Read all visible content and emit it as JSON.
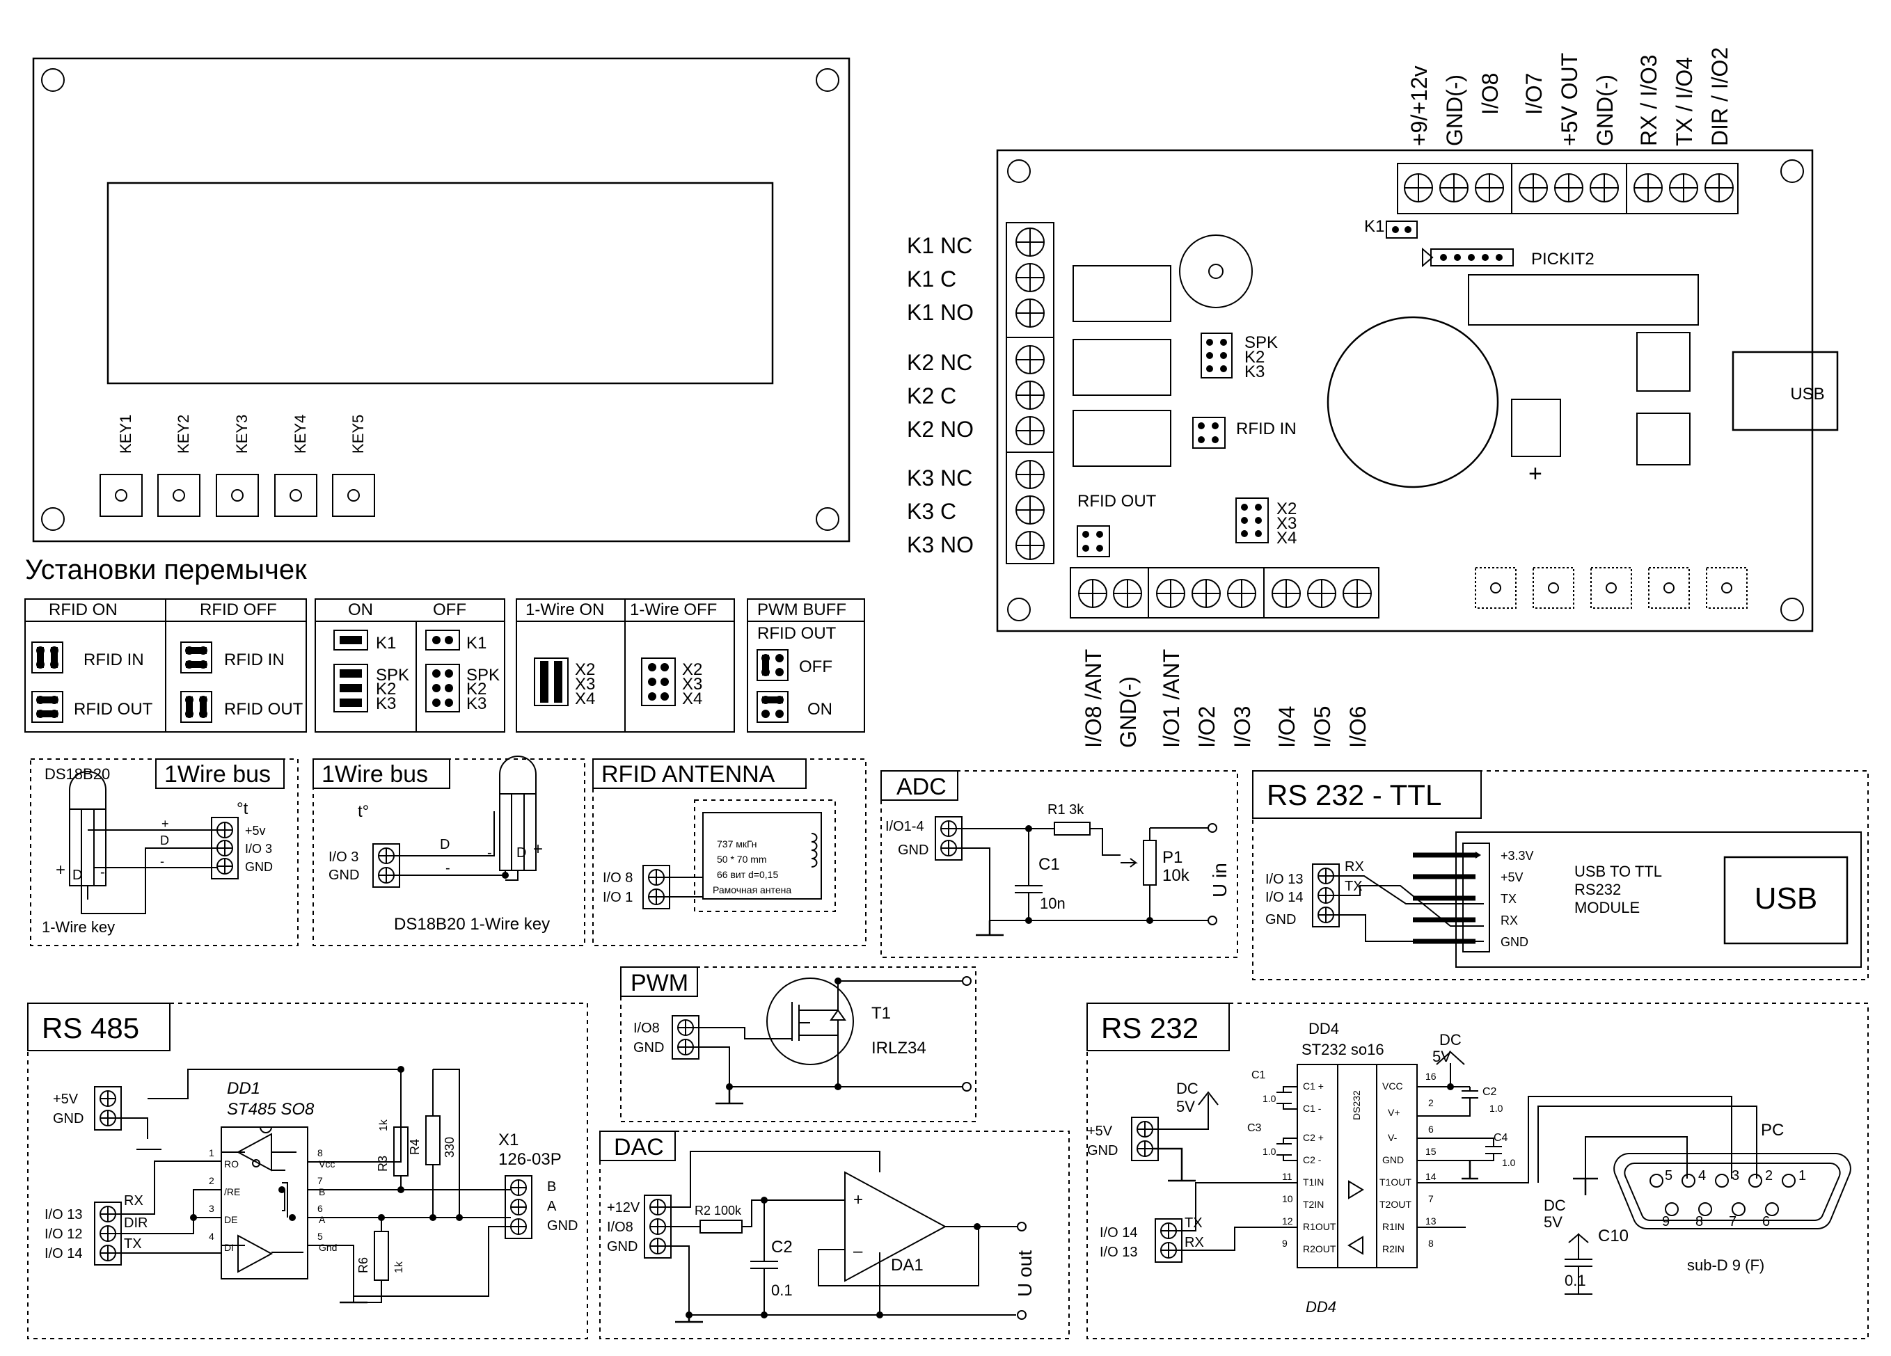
{
  "lcd": {
    "keys": [
      "KEY1",
      "KEY2",
      "KEY3",
      "KEY4",
      "KEY5"
    ]
  },
  "jumpers": {
    "title": "Установки перемычек",
    "rfid_on": "RFID ON",
    "rfid_off": "RFID OFF",
    "on": "ON",
    "off": "OFF",
    "w1_on": "1-Wire ON",
    "w1_off": "1-Wire OFF",
    "pwm_buff": "PWM BUFF",
    "rfid_out": "RFID OUT",
    "rfid_in_lbl": "RFID IN",
    "rfid_out_lbl": "RFID OUT",
    "k1": "K1",
    "spk": "SPK",
    "k2": "K2",
    "k3": "K3",
    "x2": "X2",
    "x3": "X3",
    "x4": "X4",
    "off_lbl": "OFF",
    "on_lbl": "ON"
  },
  "board": {
    "top_terms": [
      "+9/+12v",
      "GND(-)",
      "I/O8",
      "I/O7",
      "+5V OUT",
      "GND(-)",
      "RX / I/O3",
      "TX / I/O4",
      "DIR / I/O2"
    ],
    "relay_labels": [
      "K1 NC",
      "K1 C",
      "K1 NO",
      "K2 NC",
      "K2 C",
      "K2 NO",
      "K3 NC",
      "K3 C",
      "K3 NO"
    ],
    "bottom_terms": [
      "I/O8 /ANT",
      "GND(-)",
      "I/O1 /ANT",
      "I/O2",
      "I/O3",
      "I/O4",
      "I/O5",
      "I/O6"
    ],
    "k1": "K1",
    "pickit": "PICKIT2",
    "usb": "USB",
    "plus": "+",
    "spk": "SPK",
    "k2": "K2",
    "k3": "K3",
    "rfid_in": "RFID IN",
    "rfid_out": "RFID OUT",
    "x2": "X2",
    "x3": "X3",
    "x4": "X4"
  },
  "w1a": {
    "title": "1Wire bus",
    "sensor": "DS18B20",
    "temp": "°t",
    "key": "1-Wire key",
    "p5v": "+5v",
    "io3": "I/O 3",
    "gnd": "GND",
    "plus": "+",
    "d": "D",
    "minus": "-"
  },
  "w1b": {
    "title": "1Wire bus",
    "temp": "t°",
    "io3": "I/O 3",
    "gnd": "GND",
    "d": "D",
    "minus": "-",
    "plus": "+",
    "bottom": "DS18B20  1-Wire key"
  },
  "rfid": {
    "title": "RFID ANTENNA",
    "io8": "I/O 8",
    "io1": "I/O 1",
    "l1": "737 мкГн",
    "l2": "50 * 70 mm",
    "l3": "66 вит d=0,15",
    "l4": "Рамочная антена"
  },
  "adc": {
    "title": "ADC",
    "io": "I/O1-4",
    "gnd": "GND",
    "r1": "R1  3k",
    "c1": "C1",
    "c1v": "10n",
    "p1": "P1",
    "p1v": "10k",
    "uin": "U in"
  },
  "rs232ttl": {
    "title": "RS 232 - TTL",
    "io13": "I/O 13",
    "io14": "I/O 14",
    "gnd": "GND",
    "rx": "RX",
    "tx": "TX",
    "pins": [
      "+3.3V",
      "+5V",
      "TX",
      "RX",
      "GND"
    ],
    "module": [
      "USB TO TTL",
      "RS232",
      "MODULE"
    ],
    "usb": "USB"
  },
  "pwm": {
    "title": "PWM",
    "io8": "I/O8",
    "gnd": "GND",
    "t1": "T1",
    "t1v": "IRLZ34"
  },
  "rs485": {
    "title": "RS 485",
    "p5v": "+5V",
    "gnd": "GND",
    "io13": "I/O 13",
    "io12": "I/O 12",
    "io14": "I/O 14",
    "rx": "RX",
    "dir": "DIR",
    "tx": "TX",
    "dd1": "DD1",
    "chip": "ST485 SO8",
    "pin_l": [
      "RO",
      "/RE",
      "DE",
      "DI"
    ],
    "pin_r": [
      "Vcc",
      "B",
      "A",
      "Gnd"
    ],
    "nl": [
      "1",
      "2",
      "3",
      "4"
    ],
    "nr": [
      "8",
      "7",
      "6",
      "5"
    ],
    "r3": "R3",
    "r3v": "1k",
    "r4": "R4",
    "r4v": "330",
    "r6": "R6",
    "r6v": "1k",
    "x1": "X1",
    "x1v": "126-03P",
    "b": "B",
    "a": "A",
    "xgnd": "GND"
  },
  "dac": {
    "title": "DAC",
    "p12v": "+12V",
    "io8": "I/O8",
    "gnd": "GND",
    "r2": "R2   100k",
    "c2": "C2",
    "c2v": "0.1",
    "da1": "DA1",
    "uout": "U out",
    "plus": "+",
    "minus": "–"
  },
  "rs232": {
    "title": "RS 232",
    "dd4": "DD4",
    "chip": "ST232 so16",
    "ds": "DS232",
    "dc": "DC",
    "v5": "5V",
    "p5v": "+5V",
    "gnd": "GND",
    "io14": "I/O 14",
    "io13": "I/O 13",
    "tx": "TX",
    "rx": "RX",
    "pins_l": [
      "C1 +",
      "C1 -",
      "C2 +",
      "C2 -",
      "T1IN",
      "T2IN",
      "R1OUT",
      "R2OUT"
    ],
    "nums_l": [
      "",
      "",
      "",
      "",
      "11",
      "10",
      "12",
      "9"
    ],
    "pins_r": [
      "VCC",
      "V+",
      "V-",
      "GND",
      "T1OUT",
      "T2OUT",
      "R1IN",
      "R2IN"
    ],
    "nums_r": [
      "16",
      "2",
      "6",
      "15",
      "14",
      "7",
      "13",
      "8"
    ],
    "c1": "C1",
    "c1v": "1.0",
    "c2": "C2",
    "c2v": "1.0",
    "c3": "C3",
    "c3v": "1.0",
    "c4": "C4",
    "c4v": "1.0",
    "c10": "C10",
    "c10v": "0.1",
    "pc": "PC",
    "sub": "sub-D 9 (F)",
    "dd4b": "DD4",
    "db9": [
      "5",
      "4",
      "3",
      "2",
      "1",
      "9",
      "8",
      "7",
      "6"
    ]
  }
}
